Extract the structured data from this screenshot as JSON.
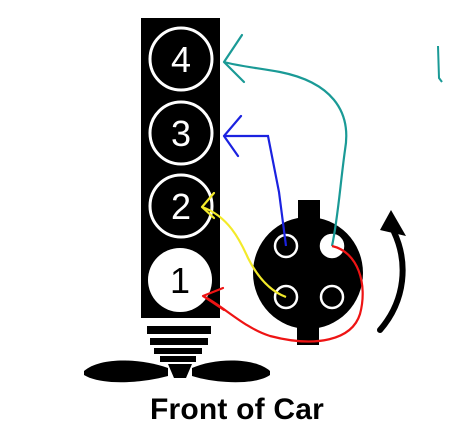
{
  "diagram": {
    "caption": "Front of Car",
    "cylinders": [
      {
        "label": "4",
        "wire_color": "#1a9a96"
      },
      {
        "label": "3",
        "wire_color": "#1b22e0"
      },
      {
        "label": "2",
        "wire_color": "#f3ea2a"
      },
      {
        "label": "1",
        "wire_color": "#ee1414"
      }
    ],
    "rotation_direction": "counterclockwise",
    "colors": {
      "ink": "#000000",
      "paper": "#ffffff"
    }
  }
}
